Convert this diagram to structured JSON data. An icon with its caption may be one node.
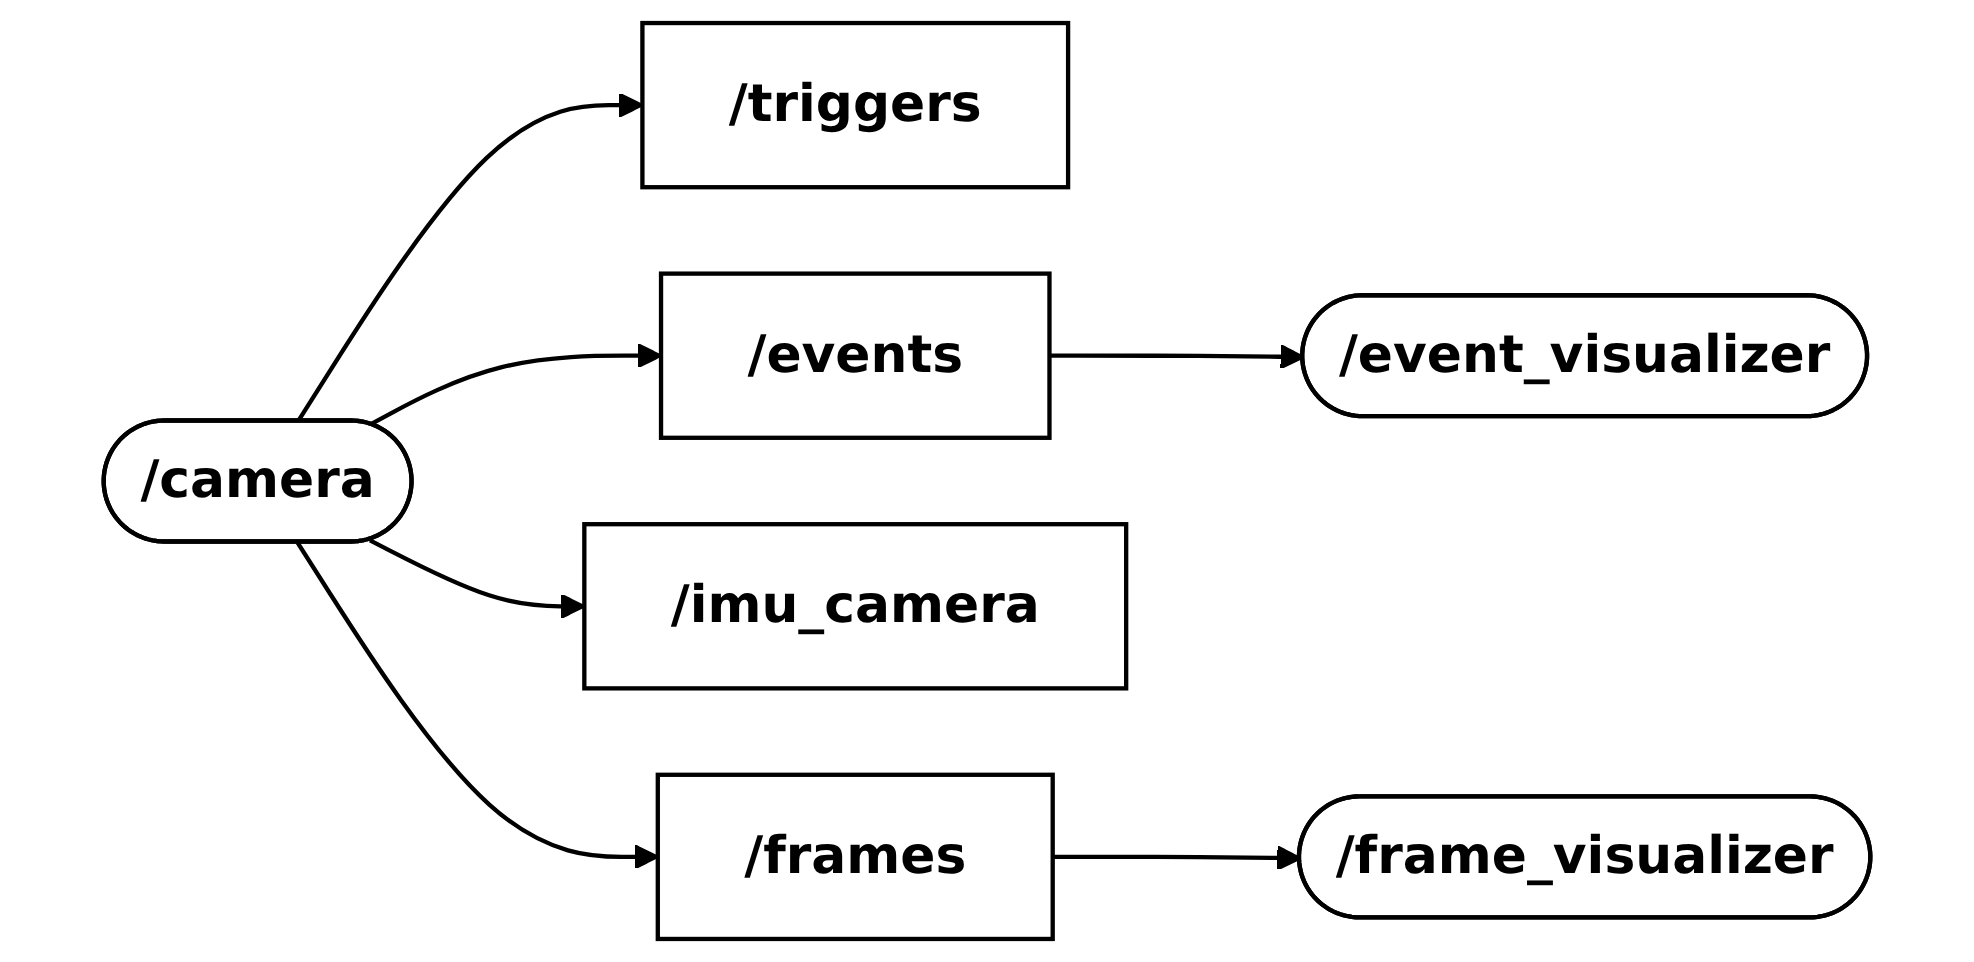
{
  "diagram": {
    "nodes": [
      {
        "text": [
          "/camera"
        ]
      },
      {
        "text": [
          "/triggers"
        ]
      },
      {
        "text": [
          "/events"
        ]
      },
      {
        "text": [
          "/event_visualizer"
        ]
      },
      {
        "text": [
          "/imu_camera"
        ]
      },
      {
        "text": [
          "/frames"
        ]
      },
      {
        "text": [
          "/frame_visualizer"
        ]
      }
    ],
    "edges": [
      {
        "from": 0,
        "to": 1,
        "arrow": "to"
      },
      {
        "from": 0,
        "to": 2,
        "arrow": "to"
      },
      {
        "from": 2,
        "to": 3,
        "arrow": "to"
      },
      {
        "from": 0,
        "to": 4,
        "arrow": "to"
      },
      {
        "from": 0,
        "to": 5,
        "arrow": "to"
      },
      {
        "from": 5,
        "to": 6,
        "arrow": "to"
      }
    ]
  }
}
